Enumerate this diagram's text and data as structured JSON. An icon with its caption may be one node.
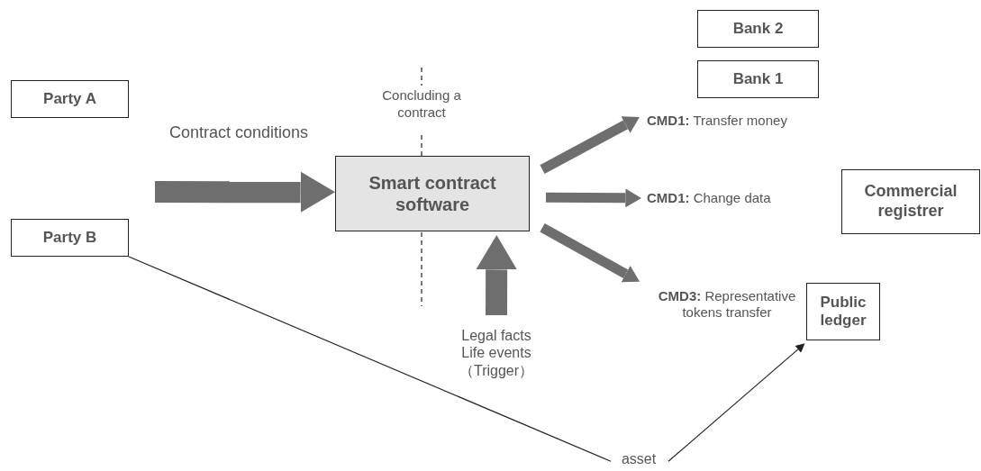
{
  "diagram": {
    "nodes": [
      {
        "text": [
          "Party A"
        ]
      },
      {
        "text": [
          "Party B"
        ]
      },
      {
        "text": [
          "Smart contract software"
        ]
      },
      {
        "text": [
          "Bank 2"
        ]
      },
      {
        "text": [
          "Bank 1"
        ]
      },
      {
        "text": [
          "Commercial registrer"
        ]
      },
      {
        "text": [
          "**CMD1:** Transfer money"
        ]
      },
      {
        "text": [
          "**CMD1:** Change data"
        ]
      },
      {
        "text": [
          "**CMD3:** Representative tokens transfer"
        ]
      },
      {
        "text": [
          "Legal facts",
          "Life events",
          "（Trigger）"
        ]
      },
      {
        "text": [
          "Public ledger"
        ]
      },
      {
        "text": [
          "asset"
        ]
      }
    ],
    "edges": [
      {
        "from": null,
        "to": 2,
        "arrow": "to",
        "label": "Contract conditions",
        "style": "thick"
      },
      {
        "from": 2,
        "to": 6,
        "arrow": "to"
      },
      {
        "from": 2,
        "to": 7,
        "arrow": "to"
      },
      {
        "from": 2,
        "to": 8,
        "arrow": "to"
      },
      {
        "from": 9,
        "to": 2,
        "arrow": "to",
        "style": "thick"
      },
      {
        "from": 1,
        "to": 11,
        "arrow": "none",
        "color": "#222222"
      },
      {
        "from": 11,
        "to": 10,
        "arrow": "to",
        "color": "#222222"
      }
    ],
    "labels": [
      "Concluding a contract"
    ]
  }
}
